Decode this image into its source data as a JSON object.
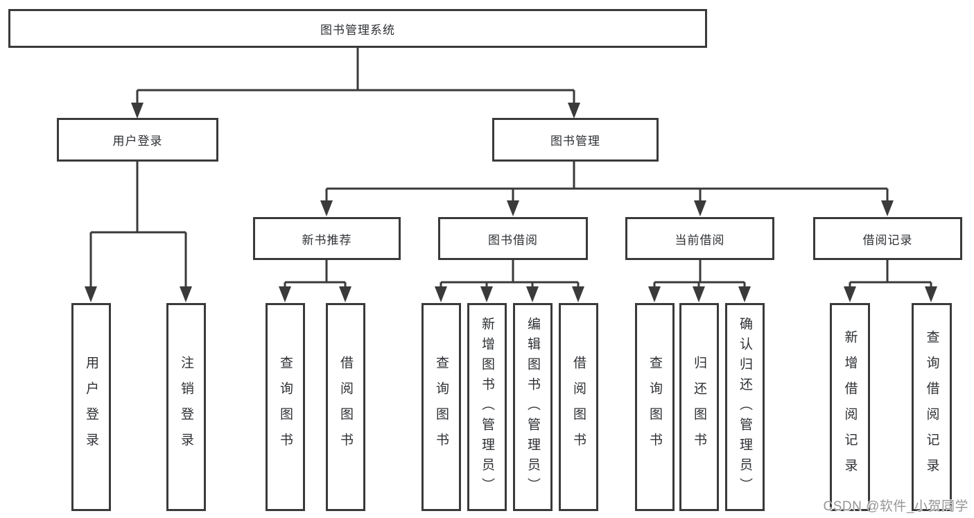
{
  "diagram": {
    "root": {
      "label": "图书管理系统"
    },
    "level2": [
      {
        "label": "用户登录"
      },
      {
        "label": "图书管理"
      }
    ],
    "level3": [
      {
        "label": "新书推荐",
        "parent": "图书管理"
      },
      {
        "label": "图书借阅",
        "parent": "图书管理"
      },
      {
        "label": "当前借阅",
        "parent": "图书管理"
      },
      {
        "label": "借阅记录",
        "parent": "图书管理"
      }
    ],
    "leaves": [
      {
        "label": "用户登录",
        "parent": "用户登录"
      },
      {
        "label": "注销登录",
        "parent": "用户登录"
      },
      {
        "label": "查询图书",
        "parent": "新书推荐"
      },
      {
        "label": "借阅图书",
        "parent": "新书推荐"
      },
      {
        "label": "查询图书",
        "parent": "图书借阅"
      },
      {
        "label": "新增图书（管理员）",
        "parent": "图书借阅"
      },
      {
        "label": "编辑图书（管理员）",
        "parent": "图书借阅"
      },
      {
        "label": "借阅图书",
        "parent": "图书借阅"
      },
      {
        "label": "查询图书",
        "parent": "当前借阅"
      },
      {
        "label": "归还图书",
        "parent": "当前借阅"
      },
      {
        "label": "确认归还（管理员）",
        "parent": "当前借阅"
      },
      {
        "label": "新增借阅记录",
        "parent": "借阅记录"
      },
      {
        "label": "查询借阅记录",
        "parent": "借阅记录"
      }
    ]
  },
  "watermark": {
    "text": "CSDN @软件_小贺同学"
  },
  "colors": {
    "line": "#3a3a3a",
    "box_border": "#3a3a3a",
    "box_fill": "#ffffff",
    "text": "#2e3034",
    "watermark": "#969696",
    "background": "#ffffff"
  }
}
